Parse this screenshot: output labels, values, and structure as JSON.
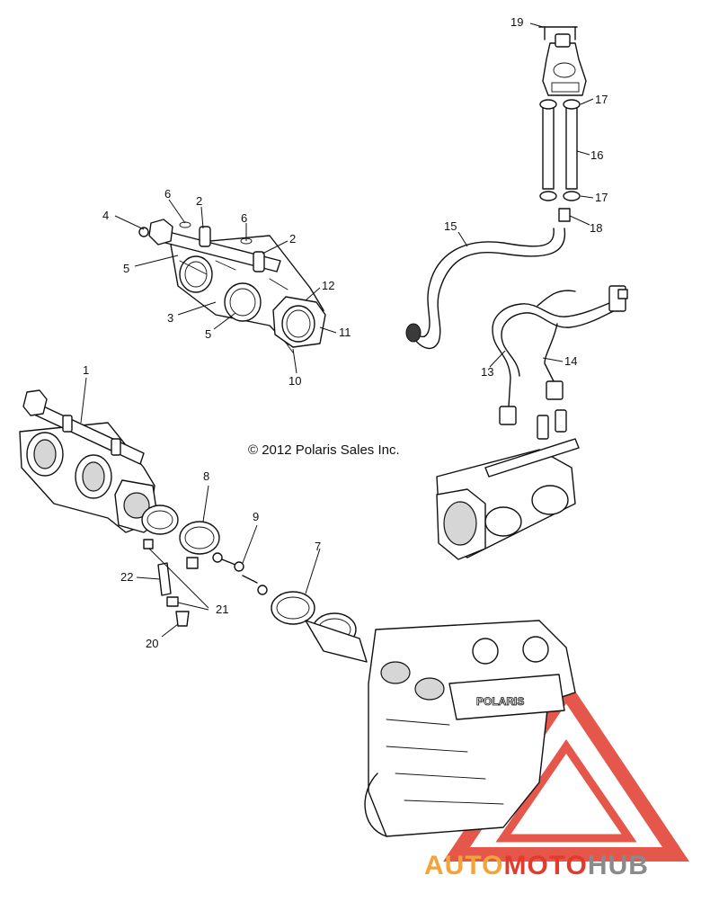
{
  "copyright": "© 2012 Polaris Sales Inc.",
  "engine_label": "POLARIS",
  "watermark": {
    "part1": "AUTO",
    "part2": "MOTO",
    "part3": "HUB",
    "color_orange": "#f2a43a",
    "color_red": "#e23a2c",
    "color_gray": "#8a8a8a"
  },
  "callouts": {
    "c1": "1",
    "c2a": "2",
    "c2b": "2",
    "c3": "3",
    "c4": "4",
    "c5a": "5",
    "c5b": "5",
    "c6a": "6",
    "c6b": "6",
    "c7": "7",
    "c8": "8",
    "c9": "9",
    "c10": "10",
    "c11": "11",
    "c12": "12",
    "c13": "13",
    "c14": "14",
    "c15": "15",
    "c16": "16",
    "c17a": "17",
    "c17b": "17",
    "c18": "18",
    "c19": "19",
    "c20": "20",
    "c21": "21",
    "c22": "22"
  }
}
